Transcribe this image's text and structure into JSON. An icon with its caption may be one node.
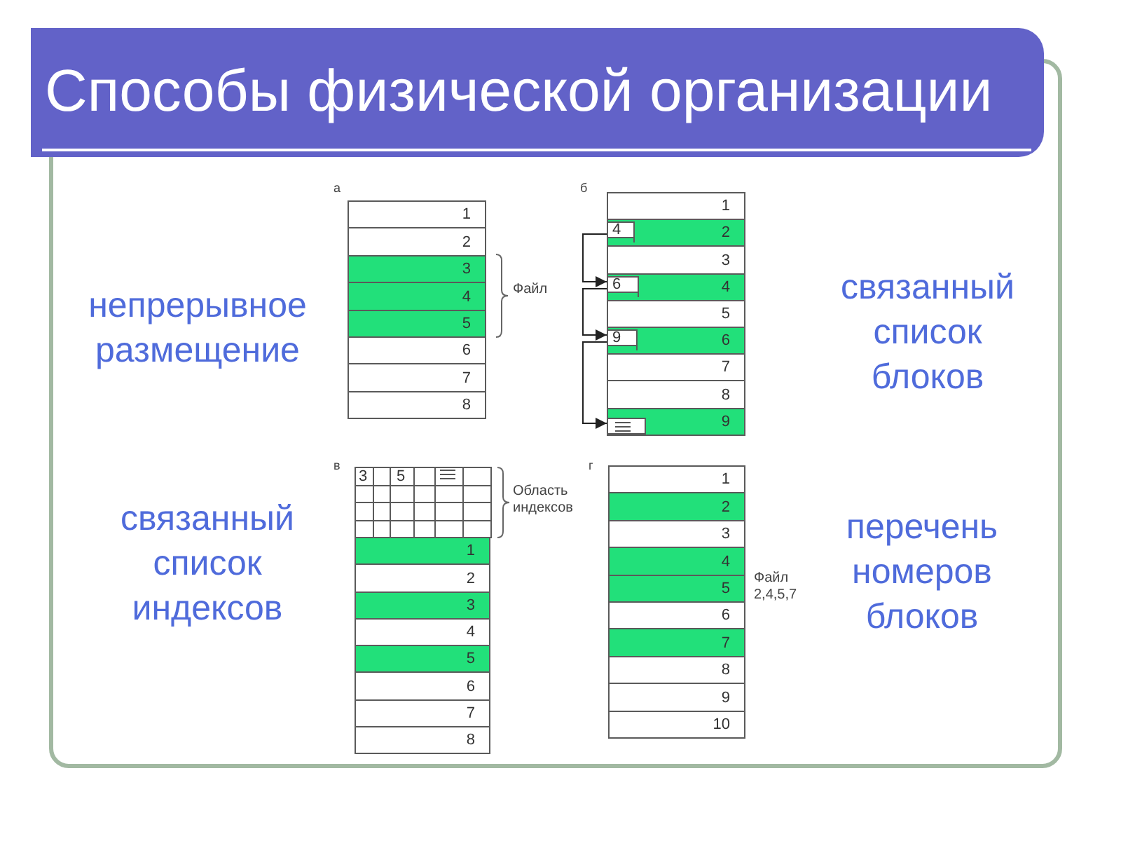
{
  "diagram": {
    "title": "Способы физической организации",
    "nodes": [
      {
        "text": [
          "1"
        ]
      },
      {
        "text": [
          "2"
        ]
      },
      {
        "text": [
          "3"
        ]
      },
      {
        "text": [
          "4"
        ]
      },
      {
        "text": [
          "5"
        ]
      },
      {
        "text": [
          "6"
        ]
      },
      {
        "text": [
          "7"
        ]
      },
      {
        "text": [
          "8"
        ]
      },
      {
        "text": [
          "1"
        ]
      },
      {
        "text": [
          "2"
        ]
      },
      {
        "text": [
          "4"
        ],
        "in": 9
      },
      {
        "text": [
          "3"
        ]
      },
      {
        "text": [
          "4"
        ]
      },
      {
        "text": [
          "6"
        ],
        "in": 12
      },
      {
        "text": [
          "5"
        ]
      },
      {
        "text": [
          "6"
        ]
      },
      {
        "text": [
          "9"
        ],
        "in": 15
      },
      {
        "text": [
          "7"
        ]
      },
      {
        "text": [
          "8"
        ]
      },
      {
        "text": [
          "9"
        ]
      },
      {
        "text": [],
        "shape": "box",
        "in": 19
      },
      {
        "text": [
          "1"
        ]
      },
      {
        "text": [
          "2"
        ]
      },
      {
        "text": [
          "3"
        ]
      },
      {
        "text": [
          "4"
        ]
      },
      {
        "text": [
          "5"
        ]
      },
      {
        "text": [
          "6"
        ]
      },
      {
        "text": [
          "7"
        ]
      },
      {
        "text": [
          "8"
        ]
      },
      {
        "text": [
          "1"
        ]
      },
      {
        "text": [
          "2"
        ]
      },
      {
        "text": [
          "3"
        ]
      },
      {
        "text": [
          "4"
        ]
      },
      {
        "text": [
          "5"
        ]
      },
      {
        "text": [
          "6"
        ]
      },
      {
        "text": [
          "7"
        ]
      },
      {
        "text": [
          "8"
        ]
      },
      {
        "text": [
          "9"
        ]
      },
      {
        "text": [
          "10"
        ]
      }
    ],
    "edges": [
      {
        "from": 10,
        "to": 13,
        "arrow": "to"
      },
      {
        "from": 13,
        "to": 16,
        "arrow": "to"
      },
      {
        "from": 16,
        "to": 20,
        "arrow": "to"
      }
    ],
    "labels": [
      "а",
      "б",
      "Файл",
      "непрерывное размещение",
      "связанный список блоков",
      "в",
      "г",
      "3",
      "5",
      "Область индексов",
      "связанный список индексов",
      "перечень номеров блоков",
      "Файл 2,4,5,7"
    ]
  }
}
